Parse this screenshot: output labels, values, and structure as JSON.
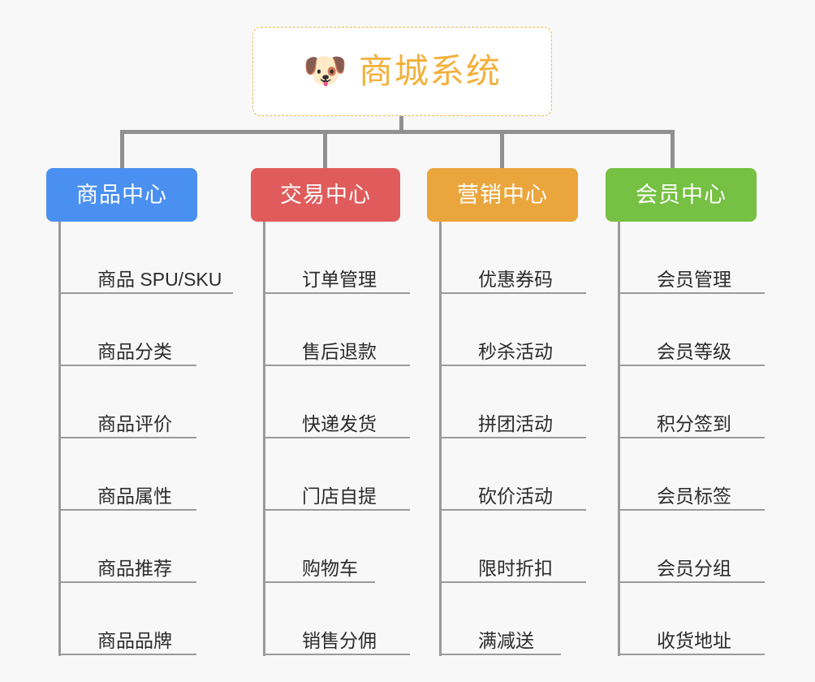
{
  "root": {
    "icon": "dog-face-icon",
    "emoji": "🐶",
    "title": "商城系统",
    "accent_color": "#f2b13c",
    "border_color": "#f0b550",
    "background": "#ffffff"
  },
  "canvas": {
    "background": "#f8f8f8",
    "connector_color": "#909090",
    "leaf_line_color": "#9a9a9a",
    "leaf_text_color": "#2b2b2b"
  },
  "columns": [
    {
      "id": "product-center",
      "title": "商品中心",
      "color": "#4a90f0",
      "items": [
        {
          "label": "商品 SPU/SKU",
          "wide": true
        },
        {
          "label": "商品分类",
          "wide": false
        },
        {
          "label": "商品评价",
          "wide": false
        },
        {
          "label": "商品属性",
          "wide": false
        },
        {
          "label": "商品推荐",
          "wide": false
        },
        {
          "label": "商品品牌",
          "wide": false
        }
      ]
    },
    {
      "id": "trade-center",
      "title": "交易中心",
      "color": "#e05c5c",
      "items": [
        {
          "label": "订单管理",
          "wide": true
        },
        {
          "label": "售后退款",
          "wide": true
        },
        {
          "label": "快递发货",
          "wide": true
        },
        {
          "label": "门店自提",
          "wide": true
        },
        {
          "label": "购物车",
          "wide": false
        },
        {
          "label": "销售分佣",
          "wide": true
        }
      ]
    },
    {
      "id": "marketing-center",
      "title": "营销中心",
      "color": "#eaa63c",
      "items": [
        {
          "label": "优惠券码",
          "wide": true
        },
        {
          "label": "秒杀活动",
          "wide": true
        },
        {
          "label": "拼团活动",
          "wide": true
        },
        {
          "label": "砍价活动",
          "wide": true
        },
        {
          "label": "限时折扣",
          "wide": true
        },
        {
          "label": "满减送",
          "wide": false
        }
      ]
    },
    {
      "id": "member-center",
      "title": "会员中心",
      "color": "#76c043",
      "items": [
        {
          "label": "会员管理",
          "wide": true
        },
        {
          "label": "会员等级",
          "wide": true
        },
        {
          "label": "积分签到",
          "wide": true
        },
        {
          "label": "会员标签",
          "wide": true
        },
        {
          "label": "会员分组",
          "wide": true
        },
        {
          "label": "收货地址",
          "wide": true
        }
      ]
    }
  ]
}
